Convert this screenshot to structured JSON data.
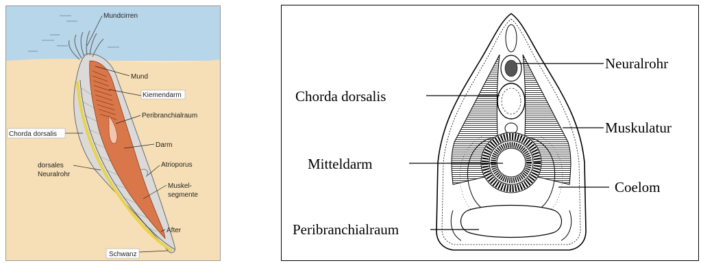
{
  "left_diagram": {
    "labels": {
      "mundcirren": "Mundcirren",
      "mund": "Mund",
      "kiemendarm": "Kiemendarm",
      "peribranchialraum": "Peribranchialraum",
      "chorda_dorsalis": "Chorda dorsalis",
      "darm": "Darm",
      "neuralrohr_line1": "dorsales",
      "neuralrohr_line2": "Neuralrohr",
      "atrioporus": "Atrioporus",
      "muskelsegmente_line1": "Muskel-",
      "muskelsegmente_line2": "segmente",
      "after": "After",
      "schwanz": "Schwanz"
    },
    "colors": {
      "water": "#b8d6ea",
      "sand": "#f6dfb6",
      "body": "#d9d7d5",
      "gut": "#d9774a",
      "chorda": "#e8d34a"
    }
  },
  "right_diagram": {
    "labels": {
      "neuralrohr": "Neuralrohr",
      "chorda_dorsalis": "Chorda dorsalis",
      "muskulatur": "Muskulatur",
      "mitteldarm": "Mitteldarm",
      "coelom": "Coelom",
      "peribranchialraum": "Peribranchialraum"
    }
  }
}
